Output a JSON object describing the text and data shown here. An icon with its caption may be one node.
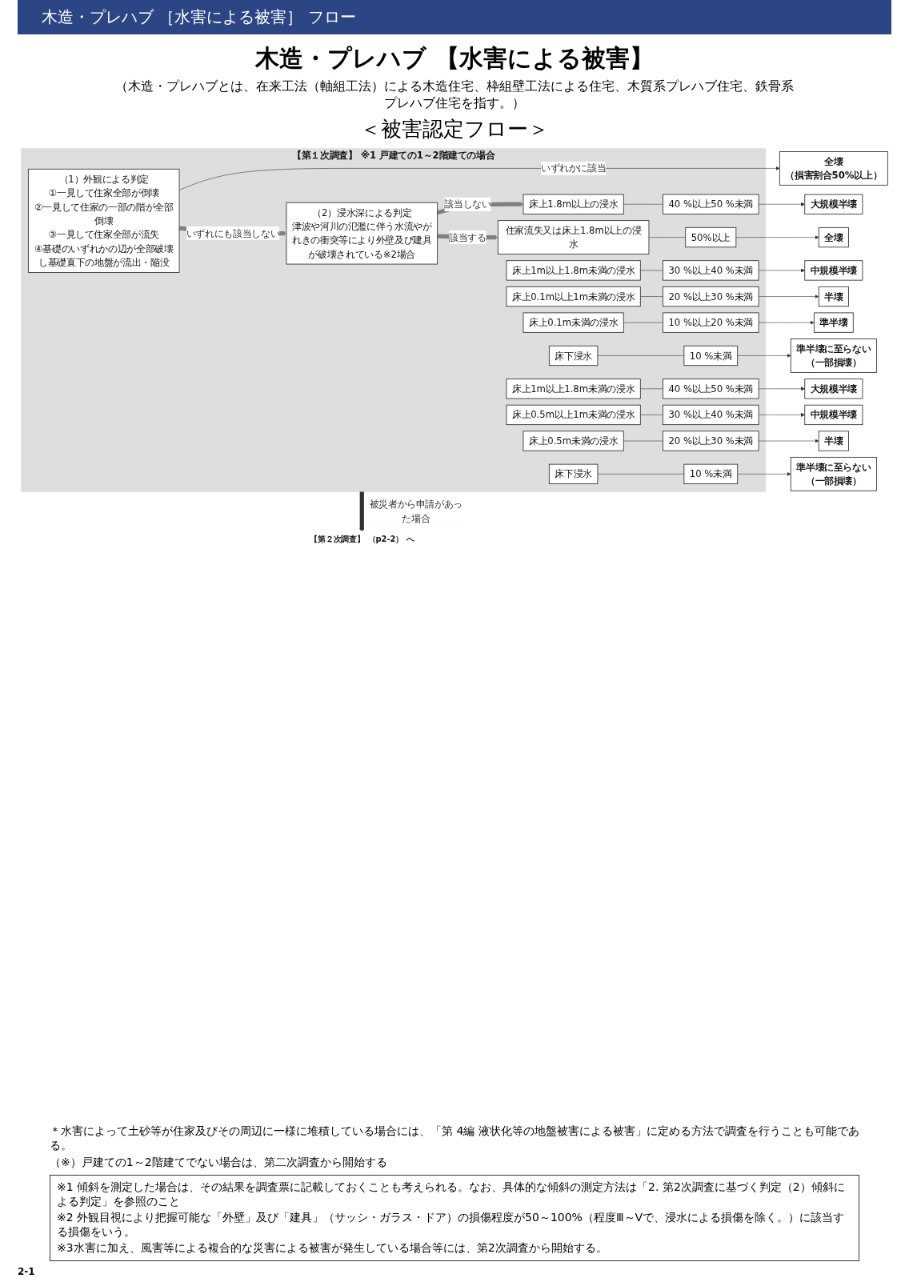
{
  "diagram": {
    "title": "木造・プレハブ 【水害による被害】",
    "nodes": [
      {
        "text": [
          "【第１次調査】 ※1 戸建ての1～2階建ての場合"
        ]
      },
      {
        "text": [
          "（1）外観による判定",
          "①一見して住家全部が倒壊",
          "②一見して住家の一部の階が全部倒壊",
          "③一見して住家全部が流失",
          "④基礎のいずれかの辺が全部破壊し基礎直下の地盤が流出・陥没"
        ],
        "in": 0
      },
      {
        "text": [
          "（2）浸水深による判定",
          "津波や河川の氾濫に伴う水流やがれきの衝突等により外壁及び建具が破壊されている※2場合"
        ],
        "in": 0
      },
      {
        "text": [
          "全壊",
          "（損害割合50%以上）"
        ]
      },
      {
        "text": [
          "床上1.8m以上の浸水"
        ],
        "in": 0
      },
      {
        "text": [
          "40 %以上50 %未満"
        ],
        "in": 0
      },
      {
        "text": [
          "大規模半壊"
        ]
      },
      {
        "text": [
          "床上1m以上1.8m未満の浸水"
        ],
        "in": 0
      },
      {
        "text": [
          "30 %以上40 %未満"
        ],
        "in": 0
      },
      {
        "text": [
          "中規模半壊"
        ]
      },
      {
        "text": [
          "床上0.1m以上1m未満の浸水"
        ],
        "in": 0
      },
      {
        "text": [
          "20 %以上30 %未満"
        ],
        "in": 0
      },
      {
        "text": [
          "半壊"
        ]
      },
      {
        "text": [
          "床上0.1m未満の浸水"
        ],
        "in": 0
      },
      {
        "text": [
          "10 %以上20 %未満"
        ],
        "in": 0
      },
      {
        "text": [
          "準半壊"
        ]
      },
      {
        "text": [
          "床下浸水"
        ],
        "in": 0
      },
      {
        "text": [
          "10 %未満"
        ],
        "in": 0
      },
      {
        "text": [
          "準半壊に至らない",
          "（一部損壊）"
        ]
      },
      {
        "text": [
          "住家流失又は床上1.8m以上の浸水"
        ],
        "in": 0
      },
      {
        "text": [
          "50%以上"
        ],
        "in": 0
      },
      {
        "text": [
          "全壊"
        ]
      },
      {
        "text": [
          "床上1m以上1.8m未満の浸水"
        ],
        "in": 0
      },
      {
        "text": [
          "40 %以上50 %未満"
        ],
        "in": 0
      },
      {
        "text": [
          "大規模半壊"
        ]
      },
      {
        "text": [
          "床上0.5m以上1m未満の浸水"
        ],
        "in": 0
      },
      {
        "text": [
          "30 %以上40 %未満"
        ],
        "in": 0
      },
      {
        "text": [
          "中規模半壊"
        ]
      },
      {
        "text": [
          "床上0.5m未満の浸水"
        ],
        "in": 0
      },
      {
        "text": [
          "20 %以上30 %未満"
        ],
        "in": 0
      },
      {
        "text": [
          "半壊"
        ]
      },
      {
        "text": [
          "床下浸水"
        ],
        "in": 0
      },
      {
        "text": [
          "10 %未満"
        ],
        "in": 0
      },
      {
        "text": [
          "準半壊に至らない",
          "（一部損壊）"
        ]
      },
      {
        "text": [
          "【第２次調査】 （p2-2） へ"
        ]
      }
    ],
    "edges": [
      {
        "from": 1,
        "to": 3,
        "arrow": "to",
        "label": "いずれかに該当"
      },
      {
        "from": 1,
        "to": 2,
        "arrow": "to",
        "label": "いずれにも該当しない",
        "style": "thick",
        "color": "#808080"
      },
      {
        "from": 2,
        "to": 4,
        "arrow": "to",
        "label": "該当しない",
        "style": "thick",
        "color": "#808080"
      },
      {
        "from": 2,
        "to": 19,
        "arrow": "to",
        "label": "該当する",
        "style": "thick",
        "color": "#808080"
      },
      {
        "from": 4,
        "to": 5,
        "arrow": "none"
      },
      {
        "from": 5,
        "to": 6,
        "arrow": "to"
      },
      {
        "from": 7,
        "to": 8,
        "arrow": "none"
      },
      {
        "from": 8,
        "to": 9,
        "arrow": "to"
      },
      {
        "from": 10,
        "to": 11,
        "arrow": "none"
      },
      {
        "from": 11,
        "to": 12,
        "arrow": "to"
      },
      {
        "from": 13,
        "to": 14,
        "arrow": "none"
      },
      {
        "from": 14,
        "to": 15,
        "arrow": "to"
      },
      {
        "from": 16,
        "to": 17,
        "arrow": "none"
      },
      {
        "from": 17,
        "to": 18,
        "arrow": "to"
      },
      {
        "from": 19,
        "to": 20,
        "arrow": "none"
      },
      {
        "from": 20,
        "to": 21,
        "arrow": "to"
      },
      {
        "from": 22,
        "to": 23,
        "arrow": "none"
      },
      {
        "from": 23,
        "to": 24,
        "arrow": "to"
      },
      {
        "from": 25,
        "to": 26,
        "arrow": "none"
      },
      {
        "from": 26,
        "to": 27,
        "arrow": "to"
      },
      {
        "from": 28,
        "to": 29,
        "arrow": "none"
      },
      {
        "from": 29,
        "to": 30,
        "arrow": "to"
      },
      {
        "from": 31,
        "to": 32,
        "arrow": "none"
      },
      {
        "from": 32,
        "to": 33,
        "arrow": "to"
      },
      {
        "from": 0,
        "to": 34,
        "arrow": "to",
        "label": "被災者から申請があった場合",
        "style": "thick"
      }
    ],
    "labels": [
      "木造・プレハブ ［水害による被害］ フロー",
      "（木造・プレハブとは、在来工法（軸組工法）による木造住宅、枠組壁工法による住宅、木質系プレハブ住宅、鉄骨系プレハブ住宅を指す。）",
      "＜被害認定フロー＞",
      "＊水害によって土砂等が住家及びその周辺に一様に堆積している場合には、「第 4編 液状化等の地盤被害による被害」に定める方法で調査を行うことも可能である。",
      "（※）戸建ての1～2階建てでない場合は、第二次調査から開始する",
      "※1 傾斜を測定した場合は、その結果を調査票に記載しておくことも考えられる。なお、具体的な傾斜の測定方法は「2. 第2次調査に基づく判定（2）傾斜による判定」を参照のこと",
      "※2 外観目視により把握可能な「外壁」及び「建具」（サッシ・ガラス・ドア）の損傷程度が50～100%（程度Ⅲ～Ⅴで、浸水による損傷を除く。）に該当する損傷をいう。",
      "※3水害に加え、風害等による複合的な災害による被害が発生している場合等には、第2次調査から開始する。",
      "2-1"
    ]
  }
}
